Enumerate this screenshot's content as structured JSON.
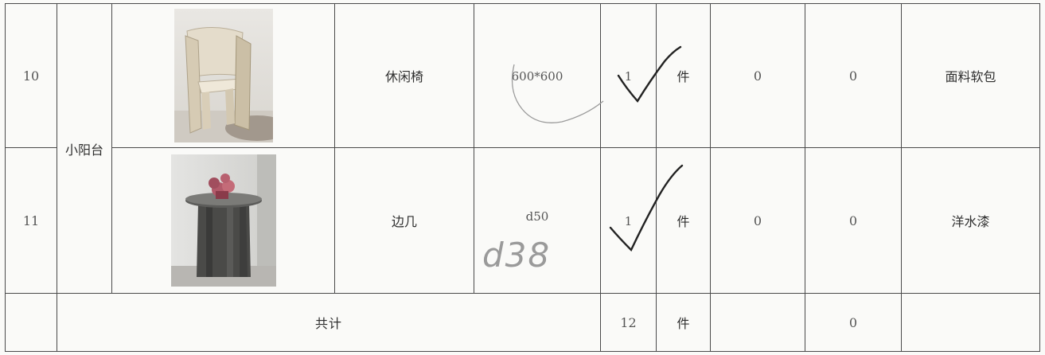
{
  "rows": [
    {
      "no": "10",
      "name": "休闲椅",
      "size": "600*600",
      "qty": "1",
      "unit": "件",
      "col_a": "0",
      "col_b": "0",
      "material": "面料软包"
    },
    {
      "no": "11",
      "name": "边几",
      "size": "d50",
      "size_handwritten": "d38",
      "qty": "1",
      "unit": "件",
      "col_a": "0",
      "col_b": "0",
      "material": "洋水漆"
    }
  ],
  "room": "小阳台",
  "total": {
    "label": "共计",
    "qty": "12",
    "unit": "件",
    "col_b": "0"
  }
}
